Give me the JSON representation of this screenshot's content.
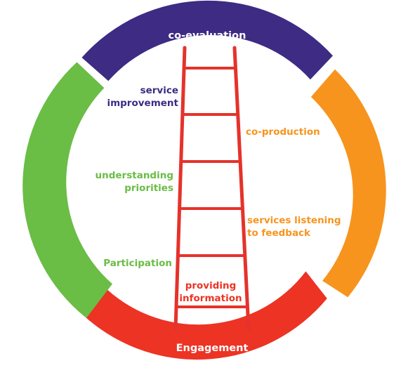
{
  "diagram": {
    "segments": {
      "top": {
        "label": "co-evaluation",
        "color": "#3d2b84"
      },
      "right": {
        "color": "#f7941d"
      },
      "bottom": {
        "label": "Engagement",
        "color": "#ec3324"
      },
      "left": {
        "color": "#6abd45"
      }
    },
    "ladder": {
      "color": "#e5322b"
    },
    "labels": {
      "service_line1": "service",
      "service_line2": "improvement",
      "coproduction": "co-production",
      "understanding_line1": "understanding",
      "understanding_line2": "priorities",
      "listening_line1": "services listening",
      "listening_line2": "to feedback",
      "participation": "Participation",
      "providing_line1": "providing",
      "providing_line2": "information"
    },
    "colors": {
      "purple": "#3d2b84",
      "orange": "#f7941d",
      "green": "#6abd45",
      "red": "#ec3324"
    }
  }
}
